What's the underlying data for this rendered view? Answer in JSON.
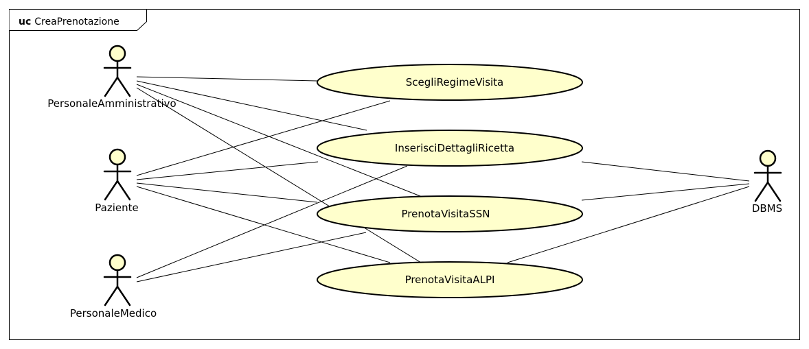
{
  "diagram": {
    "frame": {
      "keyword": "uc",
      "name": "CreaPrenotazione"
    },
    "actors": [
      {
        "id": "amm",
        "label": "PersonaleAmministrativo"
      },
      {
        "id": "paz",
        "label": "Paziente"
      },
      {
        "id": "med",
        "label": "PersonaleMedico"
      },
      {
        "id": "dbms",
        "label": "DBMS"
      }
    ],
    "use_cases": [
      {
        "id": "uc1",
        "label": "ScegliRegimeVisita"
      },
      {
        "id": "uc2",
        "label": "InserisciDettagliRicetta"
      },
      {
        "id": "uc3",
        "label": "PrenotaVisitaSSN"
      },
      {
        "id": "uc4",
        "label": "PrenotaVisitaALPI"
      }
    ],
    "associations": [
      {
        "actor": "amm",
        "use_case": "uc1"
      },
      {
        "actor": "amm",
        "use_case": "uc2"
      },
      {
        "actor": "amm",
        "use_case": "uc3"
      },
      {
        "actor": "amm",
        "use_case": "uc4"
      },
      {
        "actor": "paz",
        "use_case": "uc1"
      },
      {
        "actor": "paz",
        "use_case": "uc2"
      },
      {
        "actor": "paz",
        "use_case": "uc3"
      },
      {
        "actor": "paz",
        "use_case": "uc4"
      },
      {
        "actor": "med",
        "use_case": "uc2"
      },
      {
        "actor": "med",
        "use_case": "uc3"
      },
      {
        "actor": "dbms",
        "use_case": "uc2"
      },
      {
        "actor": "dbms",
        "use_case": "uc3"
      },
      {
        "actor": "dbms",
        "use_case": "uc4"
      }
    ]
  },
  "colors": {
    "use_case_fill": "#ffffcc",
    "actor_head_fill": "#ffffcc",
    "stroke": "#000000"
  }
}
